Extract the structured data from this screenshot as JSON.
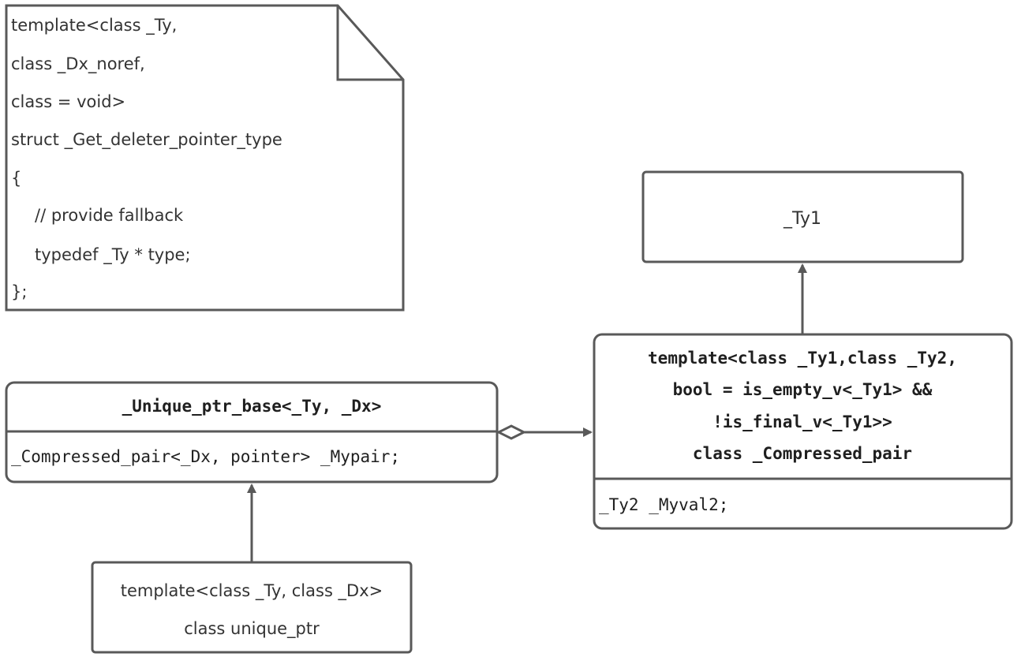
{
  "note": {
    "lines": [
      "template<class _Ty,",
      "class _Dx_noref,",
      "class = void>",
      "struct _Get_deleter_pointer_type",
      "{",
      "    // provide fallback",
      "    typedef _Ty * type;",
      "};"
    ]
  },
  "unique_ptr_base": {
    "title": "_Unique_ptr_base<_Ty, _Dx>",
    "member": "_Compressed_pair<_Dx, pointer> _Mypair;"
  },
  "unique_ptr": {
    "line1": "template<class _Ty, class _Dx>",
    "line2": "class unique_ptr"
  },
  "compressed_pair": {
    "title_lines": [
      "template<class _Ty1,class _Ty2,",
      "bool = is_empty_v<_Ty1> &&",
      "!is_final_v<_Ty1>>",
      "class _Compressed_pair"
    ],
    "member": "_Ty2 _Myval2;"
  },
  "ty1": {
    "label": "_Ty1"
  },
  "colors": {
    "stroke": "#595959",
    "text": "#333333"
  }
}
